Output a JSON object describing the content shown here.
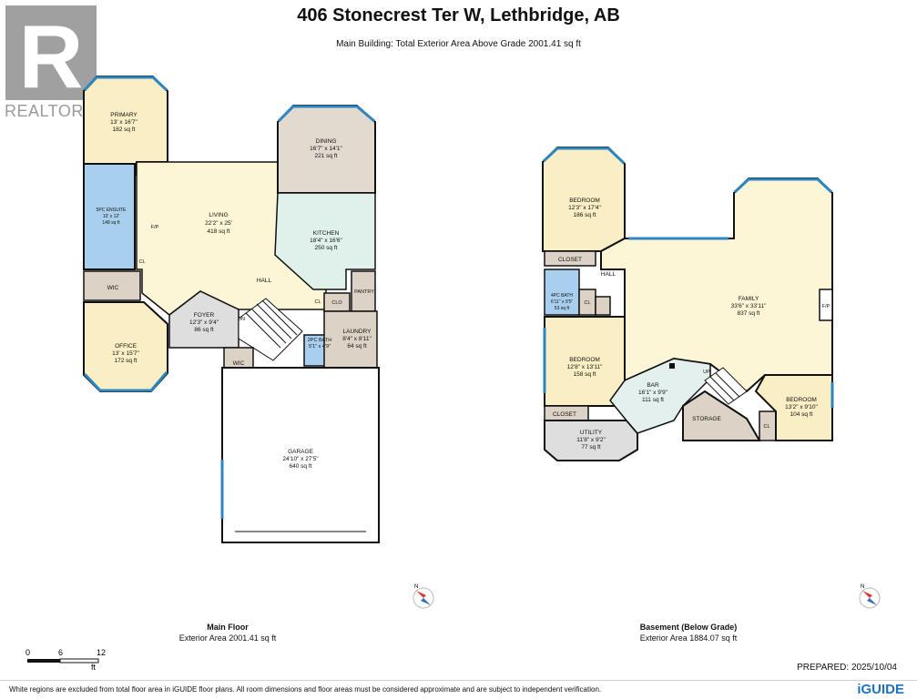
{
  "header": {
    "title": "406 Stonecrest Ter W, Lethbridge, AB",
    "subtitle": "Main Building: Total Exterior Area Above Grade 2001.41 sq ft"
  },
  "watermark": {
    "logo_letter": "R",
    "text": "REALTOR®"
  },
  "main_floor": {
    "name": "Main Floor",
    "area": "Exterior Area 2001.41 sq ft",
    "rooms": [
      {
        "name": "PRIMARY",
        "dims": "13' x 16'7\"",
        "area": "182 sq ft"
      },
      {
        "name": "5PC ENSUITE",
        "dims": "10' x 12'",
        "area": "148 sq ft"
      },
      {
        "name": "LIVING",
        "dims": "22'2\" x 25'",
        "area": "418 sq ft"
      },
      {
        "name": "DINING",
        "dims": "16'7\" x 14'1\"",
        "area": "221 sq ft"
      },
      {
        "name": "KITCHEN",
        "dims": "18'4\" x 16'6\"",
        "area": "250 sq ft"
      },
      {
        "name": "FOYER",
        "dims": "12'3\" x 9'4\"",
        "area": "86 sq ft"
      },
      {
        "name": "OFFICE",
        "dims": "13' x 15'7\"",
        "area": "172 sq ft"
      },
      {
        "name": "LAUNDRY",
        "dims": "8'4\" x 8'11\"",
        "area": "64 sq ft"
      },
      {
        "name": "2PC BATH",
        "dims": "5'1\" x 4'9\"",
        "area": ""
      },
      {
        "name": "GARAGE",
        "dims": "24'10\" x 27'5\"",
        "area": "640 sq ft"
      }
    ],
    "labels": [
      "WIC",
      "WIC",
      "HALL",
      "F/P",
      "CL",
      "CL",
      "CLO",
      "PANTRY",
      "DN"
    ]
  },
  "basement": {
    "name": "Basement (Below Grade)",
    "area": "Exterior Area 1884.07 sq ft",
    "rooms": [
      {
        "name": "BEDROOM",
        "dims": "12'3\" x 17'4\"",
        "area": "186 sq ft"
      },
      {
        "name": "4PC BATH",
        "dims": "6'11\" x 9'5\"",
        "area": "53 sq ft"
      },
      {
        "name": "BEDROOM",
        "dims": "12'8\" x 13'11\"",
        "area": "158 sq ft"
      },
      {
        "name": "UTILITY",
        "dims": "11'8\" x 9'2\"",
        "area": "77 sq ft"
      },
      {
        "name": "BAR",
        "dims": "16'1\" x 9'9\"",
        "area": "111 sq ft"
      },
      {
        "name": "FAMILY",
        "dims": "33'6\" x 33'11\"",
        "area": "837 sq ft"
      },
      {
        "name": "BEDROOM",
        "dims": "13'2\" x 9'10\"",
        "area": "104 sq ft"
      }
    ],
    "labels": [
      "CLOSET",
      "CLOSET",
      "HALL",
      "CL",
      "CL",
      "STORAGE",
      "UP",
      "F/P"
    ]
  },
  "scale": {
    "ticks": [
      "0",
      "6",
      "12"
    ],
    "unit": "ft"
  },
  "compass_letter": "N",
  "prepared": "PREPARED: 2025/10/04",
  "footnote": "White regions are excluded from total floor area in iGUIDE floor plans. All room dimensions and floor areas must be considered approximate and are subject to independent verification.",
  "brand": "iGUIDE",
  "colors": {
    "bedroom": "#f9eec4",
    "living": "#fdf6d6",
    "bath": "#a9cfee",
    "kitchen": "#dff1ea",
    "dining": "#e2d9cf",
    "foyer": "#dedede",
    "closet": "#dcd3c6",
    "bar": "#e3f0ee",
    "window": "#2e86c1",
    "wall": "#111111"
  }
}
